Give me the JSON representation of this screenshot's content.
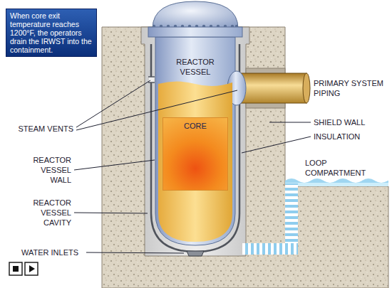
{
  "diagram": {
    "nodes": [
      {
        "text": [
          "When core exit temperature reaches 1200°F, the operators drain the IRWST into the containment."
        ]
      },
      {
        "text": [
          "CORE"
        ]
      }
    ],
    "labels": [
      "REACTOR VESSEL",
      "PRIMARY SYSTEM PIPING",
      "SHIELD WALL",
      "INSULATION",
      "LOOP COMPARTMENT",
      "STEAM VENTS",
      "REACTOR VESSEL WALL",
      "REACTOR VESSEL CAVITY",
      "WATER INLETS"
    ]
  }
}
